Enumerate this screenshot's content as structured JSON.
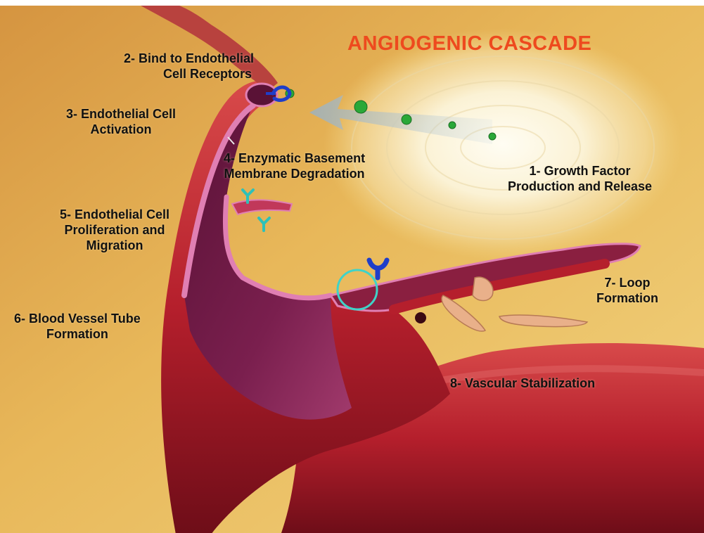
{
  "title": "ANGIOGENIC CASCADE",
  "colors": {
    "background": "#e8b85a",
    "vessel": "#b51f2c",
    "vessel_inner": "#6b1840",
    "membrane": "#e07fb3",
    "growth_factor": "#2aa838",
    "receptor": "#1f3ec9",
    "ring": "#3fd3c8",
    "title": "#ee4a1e",
    "cells": "#e9b08a"
  },
  "steps": [
    {
      "line1": "1- Growth Factor",
      "line2": "Production and Release"
    },
    {
      "line1": "2- Bind to Endothelial",
      "line2": "Cell Receptors"
    },
    {
      "line1": "3- Endothelial Cell",
      "line2": "Activation"
    },
    {
      "line1": "4- Enzymatic Basement",
      "line2": "Membrane Degradation"
    },
    {
      "line1": "5- Endothelial Cell",
      "line2": "Proliferation and",
      "line3": "Migration"
    },
    {
      "line1": "6- Blood Vessel Tube",
      "line2": "Formation"
    },
    {
      "line1": "7- Loop",
      "line2": "Formation"
    },
    {
      "line1": "8- Vascular Stabilization"
    }
  ]
}
